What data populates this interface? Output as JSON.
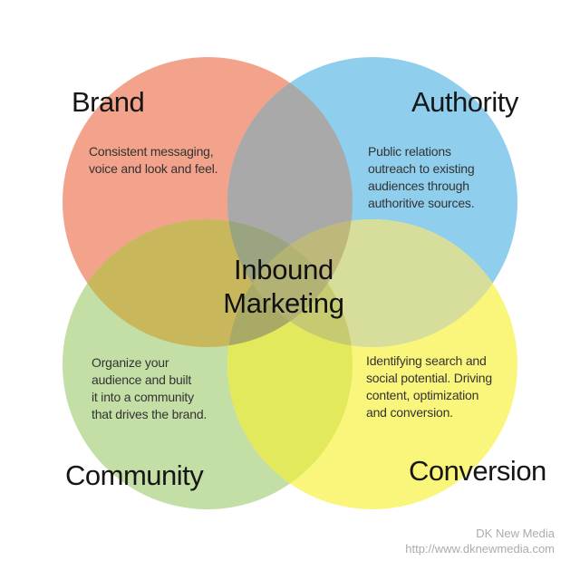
{
  "diagram": {
    "background": "#FFFFFF",
    "center_label": "Inbound\nMarketing",
    "regions": {
      "brand": {
        "label": "Brand",
        "description": "Consistent messaging,\nvoice and look and feel.",
        "color": "#F3A28B"
      },
      "authority": {
        "label": "Authority",
        "description": "Public relations\noutreach to existing\naudiences through\nauthoritive sources.",
        "color": "#8FCEEC"
      },
      "community": {
        "label": "Community",
        "description": "Organize your\naudience and built\nit into a community\nthat drives the brand.",
        "color": "#C3DFA5"
      },
      "conversion": {
        "label": "Conversion",
        "description": "Identifying search and\nsocial potential. Driving\ncontent, optimization\nand conversion.",
        "color": "#FAF67C"
      }
    },
    "overlap_colors": {
      "brand_authority": "#A9A9A9",
      "brand_community": "#C9B75C",
      "authority_conversion": "#D7DE9B",
      "community_conversion": "#E3E95D",
      "brand_authority_community": "#9AA481",
      "brand_authority_conversion": "#BFB87D",
      "brand_community_conversion": "#A9AA66",
      "authority_community_conversion": "#C6CA70",
      "all_four": "#B2B274"
    },
    "title_color": "#161616",
    "description_color": "#333333"
  },
  "footer": {
    "credit": "DK New Media",
    "url": "http://www.dknewmedia.com",
    "color": "#A8ADB1"
  }
}
